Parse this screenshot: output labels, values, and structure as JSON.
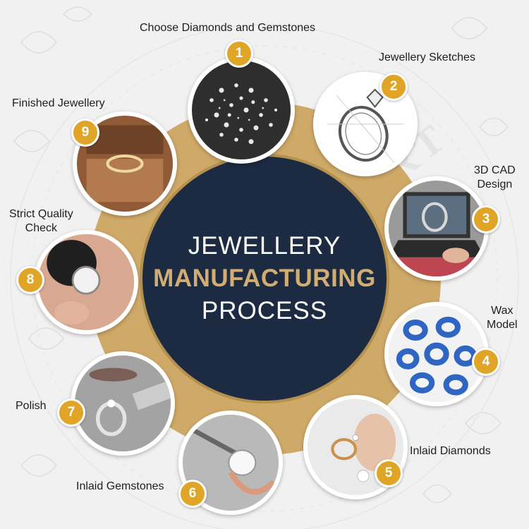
{
  "title": {
    "line1": "JEWELLERY",
    "line2": "MANUFACTURING",
    "line3": "PROCESS"
  },
  "steps": [
    {
      "number": "1",
      "label": "Choose Diamonds and Gemstones"
    },
    {
      "number": "2",
      "label": "Jewellery Sketches"
    },
    {
      "number": "3",
      "label": "3D CAD Design"
    },
    {
      "number": "4",
      "label": "Wax Model"
    },
    {
      "number": "5",
      "label": "Inlaid Diamonds"
    },
    {
      "number": "6",
      "label": "Inlaid Gemstones"
    },
    {
      "number": "7",
      "label": "Polish"
    },
    {
      "number": "8",
      "label": "Strict Quality Check"
    },
    {
      "number": "9",
      "label": "Finished Jewellery"
    }
  ],
  "labels": {
    "step3_line1": "3D CAD",
    "step3_line2": "Design",
    "step4_line1": "Wax",
    "step4_line2": "Model",
    "step8_line1": "Strict Quality",
    "step8_line2": "Check"
  },
  "watermark": "PIYUFADMART",
  "colors": {
    "background": "#f1f1f1",
    "gold_ring": "#cfa968",
    "center": "#1c2b41",
    "accent_text": "#d2ad73",
    "badge": "#e0a526"
  }
}
